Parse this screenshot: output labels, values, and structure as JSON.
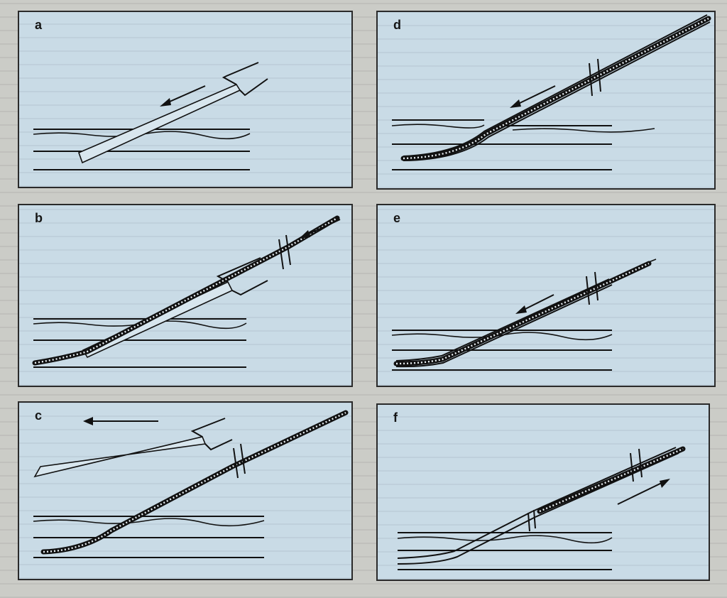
{
  "figure": {
    "panels": [
      {
        "id": "a",
        "label": "a"
      },
      {
        "id": "b",
        "label": "b"
      },
      {
        "id": "c",
        "label": "c"
      },
      {
        "id": "d",
        "label": "d"
      },
      {
        "id": "e",
        "label": "e"
      },
      {
        "id": "f",
        "label": "f"
      }
    ]
  },
  "colors": {
    "panel_background": "#c9dbe6",
    "line": "#111111",
    "page_bleed": "#cbccc7"
  }
}
